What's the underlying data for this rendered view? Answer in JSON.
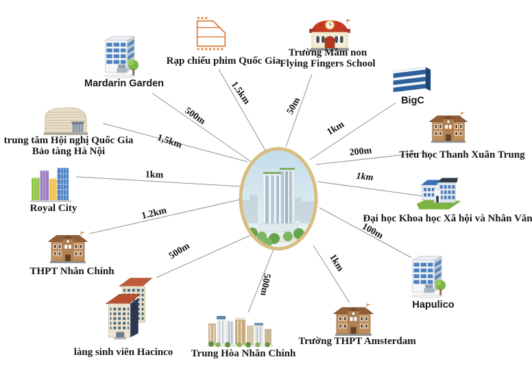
{
  "diagram": {
    "description": "Distance map from central residential project to nearby landmarks",
    "colors": {
      "connector_line": "#8f8f8f",
      "oval_border": "#d9bc80",
      "label_text": "#111111"
    }
  },
  "locations": [
    {
      "id": "mardarin-garden",
      "label": "Mardarin Garden",
      "distance": "500m",
      "icon": "office-building"
    },
    {
      "id": "rap-chieu-phim-quoc-gia",
      "label": "Rạp chiếu phim Quốc Gia",
      "distance": "1.5km",
      "icon": "cinema"
    },
    {
      "id": "truong-mam-non",
      "label": "Trường Mầm non",
      "label2": "Flying Fingers School",
      "distance": "50m",
      "icon": "kindergarten"
    },
    {
      "id": "bigc",
      "label": "BigC",
      "distance": "1km",
      "icon": "supermarket-building"
    },
    {
      "id": "tieu-hoc-thanh-xuan-trung",
      "label": "Tiểu học Thanh Xuân Trung",
      "distance": "200m",
      "icon": "school-building"
    },
    {
      "id": "dai-hoc-khxh-nhan-van",
      "label": "Đại học Khoa học Xã hội và Nhân Văn",
      "distance": "1km",
      "icon": "university-campus"
    },
    {
      "id": "hapulico",
      "label": "Hapulico",
      "distance": "100m",
      "icon": "office-building"
    },
    {
      "id": "truong-thpt-amsterdam",
      "label": "Trường THPT Amsterdam",
      "distance": "1km",
      "icon": "school-building"
    },
    {
      "id": "trung-hoa-nhan-chinh",
      "label": "Trung Hòa Nhân Chính",
      "distance": "500m",
      "icon": "city-skyline"
    },
    {
      "id": "lang-sinh-vien-hacinco",
      "label": "làng sinh viên Hacinco",
      "distance": "500m",
      "icon": "student-village"
    },
    {
      "id": "thpt-nhan-chinh",
      "label": "THPT Nhân Chính",
      "distance": "1.2km",
      "icon": "school-building"
    },
    {
      "id": "royal-city",
      "label": "Royal City",
      "distance": "1km",
      "icon": "colorful-towers"
    },
    {
      "id": "trung-tam-hoi-nghi",
      "label": "trung tâm Hội nghị Quốc Gia",
      "label2": "Bảo tàng Hà Nội",
      "distance": "1,5km",
      "icon": "convention-center"
    }
  ]
}
